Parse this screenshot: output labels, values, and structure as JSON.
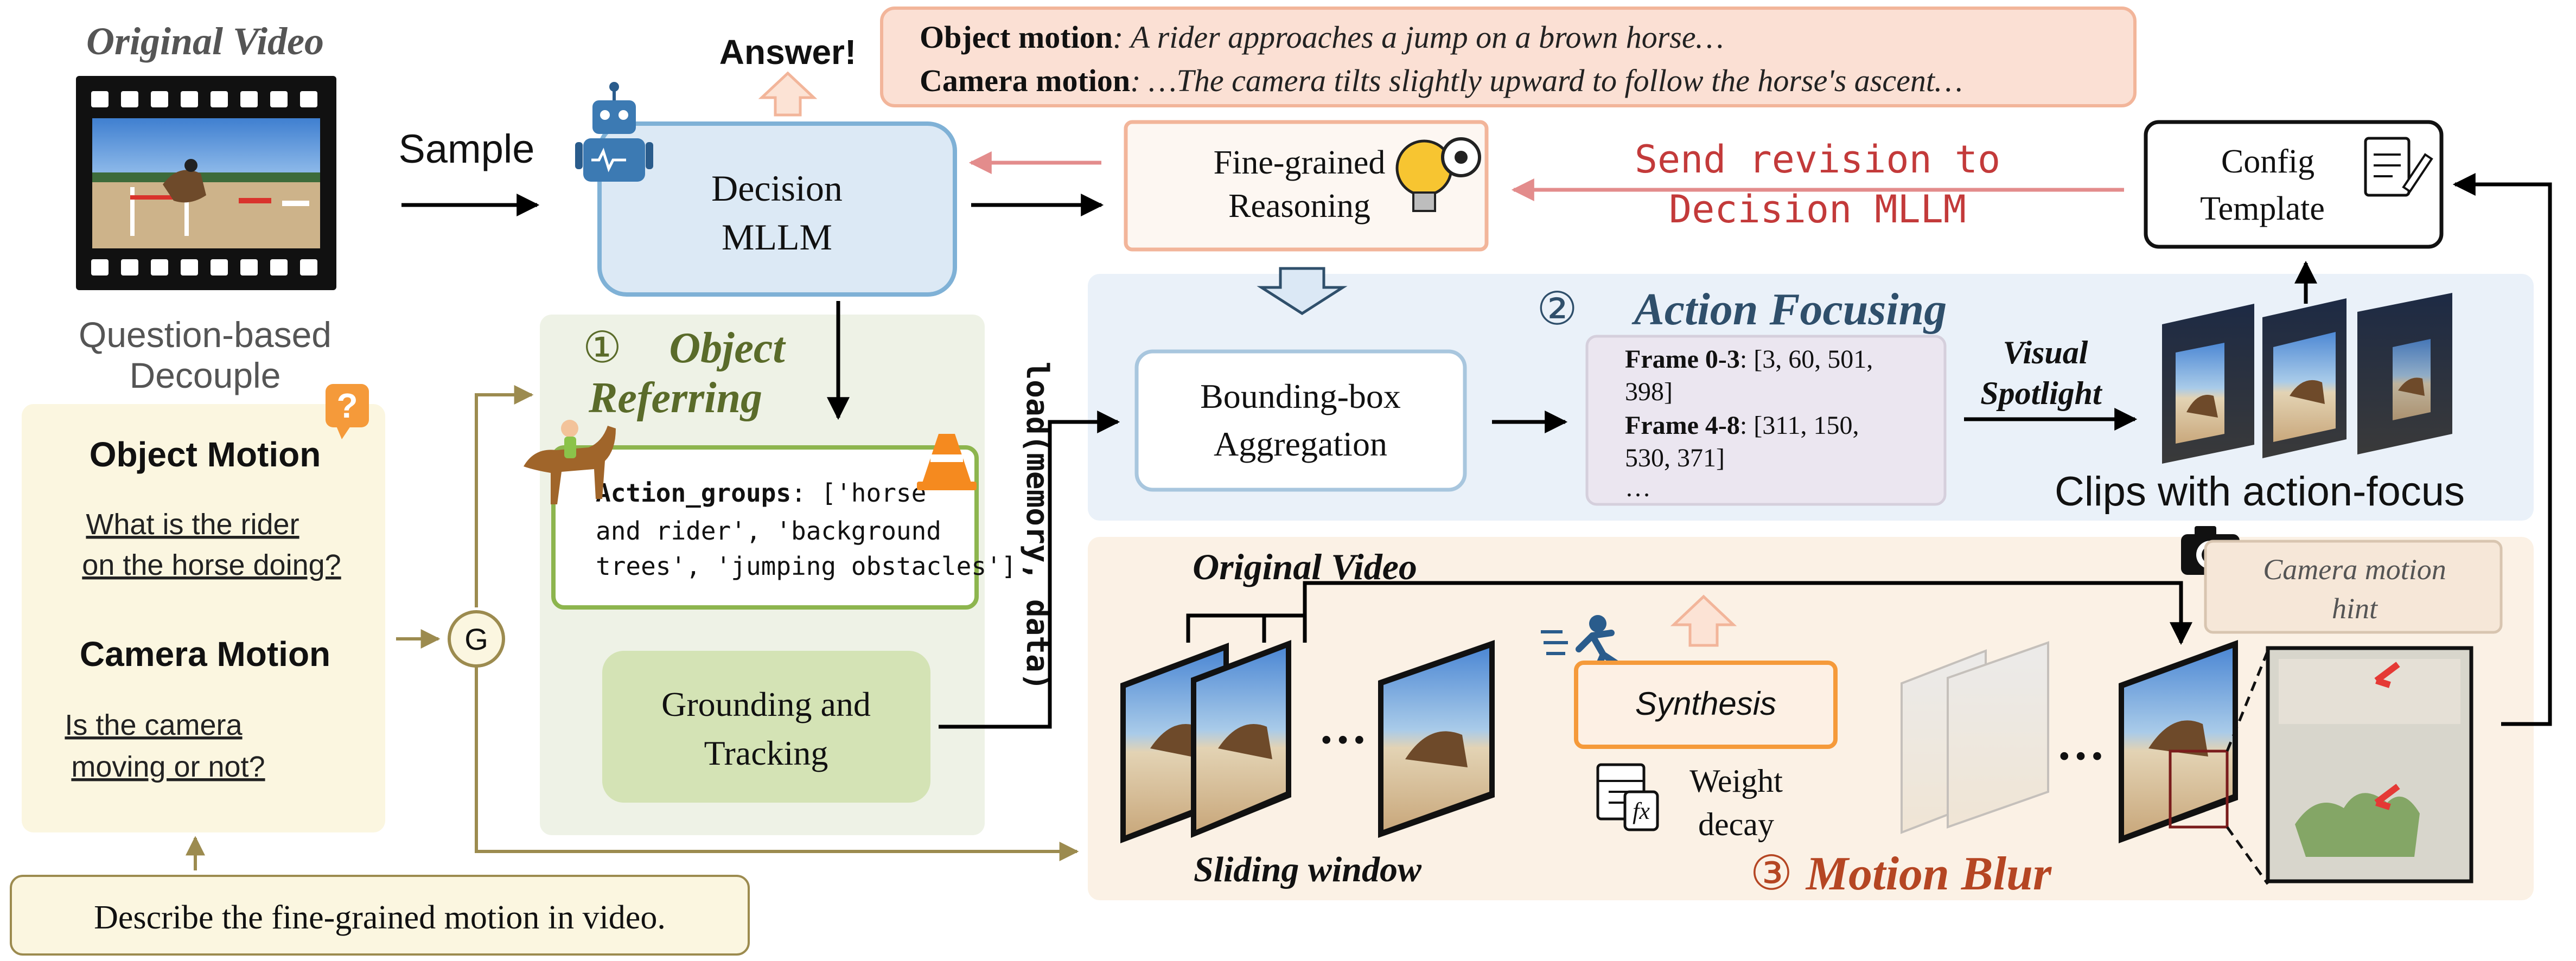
{
  "original_video": {
    "title": "Original Video"
  },
  "decouple": {
    "title_line1": "Question-based",
    "title_line2": "Decouple",
    "badge": "?",
    "object_heading": "Object Motion",
    "object_q_line1": "What is the rider",
    "object_q_line2": "on the horse doing?",
    "camera_heading": "Camera Motion",
    "camera_q_line1": "Is the camera",
    "camera_q_line2": "moving or not?"
  },
  "prompt": "Describe the fine-grained motion in video.",
  "sample_label": "Sample",
  "g_label": "G",
  "answer_label": "Answer!",
  "answer_box": {
    "object_prefix": "Object motion",
    "object_text": ": A rider approaches a jump on a brown horse…",
    "camera_prefix": "Camera motion",
    "camera_text": ": …The camera tilts slightly upward to follow the horse's ascent…"
  },
  "decision": {
    "line1": "Decision",
    "line2": "MLLM"
  },
  "reasoning": {
    "line1": "Fine-grained",
    "line2": "Reasoning"
  },
  "revision": {
    "line1": "Send revision to",
    "line2": "Decision MLLM"
  },
  "config": {
    "line1": "Config",
    "line2": "Template"
  },
  "object_referring": {
    "number": "①",
    "title_line1": "Object",
    "title_line2": "Referring",
    "action_key": "Action_groups",
    "action_line1": ": ['horse",
    "action_line2": "and rider', 'background",
    "action_line3": "trees', 'jumping obstacles']",
    "grounding_line1": "Grounding and",
    "grounding_line2": "Tracking"
  },
  "load_label": "load(memory, data)",
  "action_focusing": {
    "number": "②",
    "title": "Action Focusing",
    "bbox_line1": "Bounding-box",
    "bbox_line2": "Aggregation",
    "frame1_key": "Frame 0-3",
    "frame1_line1": ": [3, 60, 501,",
    "frame1_line2": "398]",
    "frame2_key": "Frame 4-8",
    "frame2_line1": ": [311, 150,",
    "frame2_line2": "530, 371]",
    "ellipsis": "…",
    "spotlight_line1": "Visual",
    "spotlight_line2": "Spotlight",
    "clips_label": "Clips with action-focus"
  },
  "motion_blur": {
    "number": "③",
    "title": "Motion Blur",
    "original_video": "Original Video",
    "sliding_window": "Sliding window",
    "dots": "…",
    "synthesis": "Synthesis",
    "weight_line1": "Weight",
    "weight_line2": "decay",
    "camera_hint_line1": "Camera motion",
    "camera_hint_line2": "hint"
  },
  "colors": {
    "decision_fill": "#dce9f5",
    "decision_stroke": "#7fb1d6",
    "reasoning_stroke": "#f2b59a",
    "answer_fill": "#fbe0d4",
    "referring_panel": "#eef2e6",
    "action_panel": "#eaf1f9",
    "blur_panel": "#fbf1e5",
    "decouple_panel": "#fbf6e0",
    "olive": "#9c8b4f",
    "green_title": "#5a6b2a",
    "blue_title": "#2f4f6b",
    "red_title": "#b54623",
    "revision_red": "#c33a3a"
  }
}
